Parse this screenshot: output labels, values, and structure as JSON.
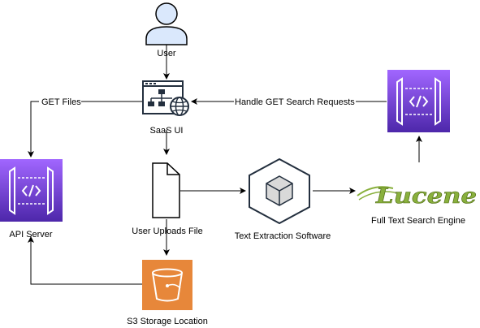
{
  "nodes": {
    "user": "User",
    "saas_ui": "SaaS UI",
    "full_text_search": "Full Text Search Engine",
    "api_server": "API Server",
    "user_uploads": "User Uploads File",
    "text_extraction": "Text Extraction Software",
    "s3": "S3 Storage Location",
    "lucene_logo": "Lucene"
  },
  "edges": {
    "get_files": "GET Files",
    "handle_get": "Handle GET Search Requests"
  },
  "colors": {
    "api_gateway_top": "#4d27aa",
    "api_gateway_bottom": "#a166ff",
    "s3_fill": "#e7873a",
    "user_fill": "#dae8fc",
    "user_stroke": "#000000",
    "lucene_green": "#89b03d"
  }
}
